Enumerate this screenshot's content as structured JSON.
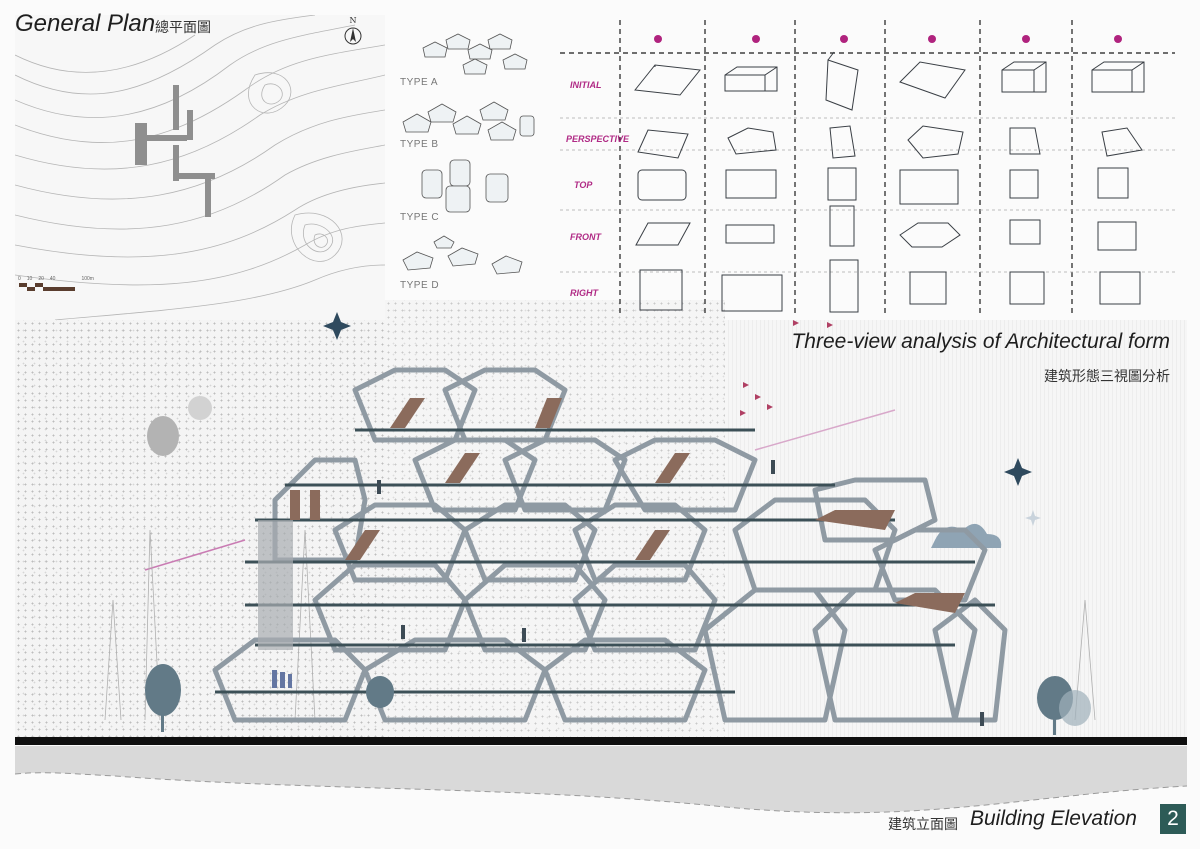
{
  "general_plan": {
    "title_en": "General Plan",
    "title_zh": "總平面圖",
    "north_label": "N",
    "scale_labels": [
      "0",
      "10",
      "20",
      "40",
      "100m"
    ]
  },
  "types": [
    {
      "label": "TYPE A"
    },
    {
      "label": "TYPE B"
    },
    {
      "label": "TYPE C"
    },
    {
      "label": "TYPE D"
    }
  ],
  "three_view": {
    "title_en": "Three-view analysis of Architectural form",
    "title_zh": "建筑形態三視圖分析",
    "rows": [
      "INITIAL",
      "PERSPECTIVE",
      "TOP",
      "FRONT",
      "RIGHT"
    ],
    "column_count": 6,
    "accent_color": "#b0237e"
  },
  "elevation": {
    "title_en": "Building Elevation",
    "title_zh": "建筑立面圖"
  },
  "page_number": "2"
}
